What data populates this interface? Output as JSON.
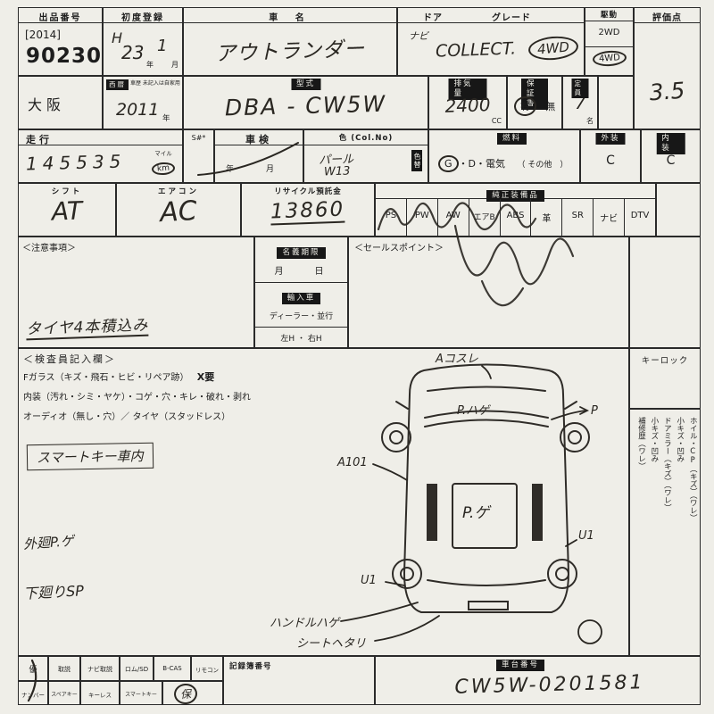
{
  "colors": {
    "paper": "#efeee8",
    "ink": "#1d1d1d",
    "tag_bg": "#171717",
    "tag_fg": "#f2f1ea",
    "pen": "#2a2722"
  },
  "header_row": {
    "auction_label": "出品番号",
    "auction_bracket": "[2014]",
    "auction_no": "90230",
    "firstreg_label": "初度登録",
    "firstreg_era": "H",
    "firstreg_year": "23",
    "firstreg_year_unit": "年",
    "firstreg_month": "1",
    "firstreg_month_unit": "月",
    "carname_label": "車 名",
    "carname": "アウトランダー",
    "door_label": "ドア",
    "grade_label": "グレード",
    "grade_hand_small": "ナビ",
    "grade_hand": "COLLECT.",
    "grade_hand_drive": "4WD",
    "drive_label": "駆動",
    "drive_2wd": "2WD",
    "drive_4wd": "4WD",
    "score_label": "評価点",
    "score": "3.5"
  },
  "row2": {
    "region": "大阪",
    "hist_tag": "西暦",
    "hist_note": "車歴 未記入は自家用",
    "hist_year": "2011",
    "hist_unit": "年",
    "model_tag": "型式",
    "model": "DBA - CW5W",
    "disp_tag": "排気量",
    "disp": "2400",
    "disp_unit": "CC",
    "warranty_tag": "保証書",
    "warranty_yes": "有",
    "warranty_no": "無",
    "cap_tag": "定員",
    "cap": "7",
    "cap_unit": "名"
  },
  "row3": {
    "mileage_label": "走行",
    "mileage_unit_top": "マイル",
    "mileage_unit_bottom": "km",
    "mileage": "145535",
    "s_label": "S#*",
    "shaken_label": "車検",
    "shaken_units": "年　　月",
    "color_label": "色 (Col.No)",
    "color_hand1": "パール",
    "color_hand2": "W13",
    "colorchange_tag": "色替",
    "fuel_g": "G",
    "fuel_rest": "・D・電気",
    "fuel_other": "（ その他　）",
    "fuel_tag": "燃料",
    "ext_tag": "外装",
    "ext": "C",
    "int_tag": "内装",
    "int": "C"
  },
  "row4": {
    "shift_label": "シフト",
    "shift": "AT",
    "ac_label": "エアコン",
    "ac": "AC",
    "recycle_label": "リサイクル預託金",
    "recycle": "13860",
    "equip_tag": "純正装備品",
    "equip": [
      "PS",
      "PW",
      "AW",
      "エアB",
      "ABS",
      "革",
      "SR",
      "ナビ",
      "DTV"
    ]
  },
  "notes": {
    "caution_label": "＜注意事項＞",
    "caution_hand": "タイヤ4本積込み",
    "name_tag": "名義期限",
    "name_units": "月　　日",
    "import_tag": "輸入車",
    "import_line1": "ディーラー・並行",
    "import_line2": "左H ・ 右H",
    "sales_label": "＜セールスポイント＞"
  },
  "inspector": {
    "header": "＜検査員記入欄＞",
    "line1_label": "Fガラス",
    "line1_detail": "（キズ・飛石・ヒビ・リペア跡）",
    "line1_mark": "X要",
    "line2_label": "内装",
    "line2_detail": "（汚れ・シミ・ヤケ）・コゲ・穴・キレ・破れ・剥れ",
    "line3": "オーディオ（無し・穴）／ タイヤ（スタッドレス）",
    "smartkey": "スマートキー車内",
    "hand_ext": "外廻P.ゲ",
    "hand_under": "下廻りSP"
  },
  "diagram": {
    "ann_top": "Aコスレ",
    "ann_phage": "P.ハゲ",
    "ann_p": "P",
    "ann_a101": "A101",
    "ann_pge": "P.ゲ",
    "ann_u1_right": "U1",
    "ann_u1_left": "U1",
    "ann_handle": "ハンドルハゲ",
    "ann_seat": "シートヘタリ"
  },
  "sidebar": {
    "keylock": "キーロック",
    "v1": "ホイル・CP（キズ）（ワレ）",
    "v2": "小キズ・凹み",
    "v3": "ドアミラー（キズ）（ワレ）",
    "v4": "小キズ・凹み",
    "v5": "補修歴（ワレ）"
  },
  "bottom": {
    "c1": "優",
    "c2": "取説",
    "c3": "ナビ取説",
    "c4": "ロム/SD",
    "c5": "B-CAS",
    "c6": "リモコン",
    "record_label": "記録簿番号",
    "c7": "ナンバー",
    "c8": "スペアキー",
    "c9": "キーレス",
    "c10": "スマートキー",
    "keep_mark": "保",
    "chassis_tag": "車台番号",
    "chassis": "CW5W-0201581"
  }
}
